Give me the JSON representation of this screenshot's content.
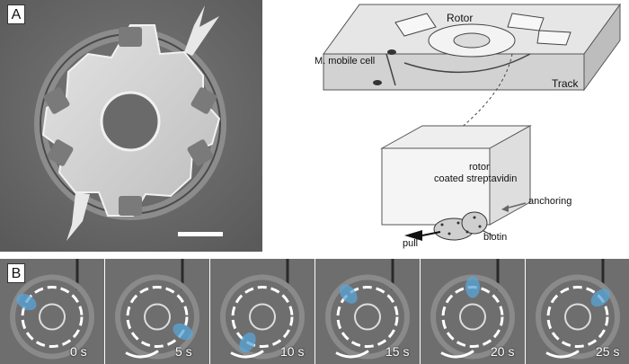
{
  "panel_a": {
    "label": "A"
  },
  "diagram": {
    "rotor_label": "Rotor",
    "cell_label_species": "M. mobile",
    "cell_label_suffix": " cell",
    "track_label": "Track",
    "rotor_coating_line1": "rotor",
    "rotor_coating_line2": "coated streptavidin",
    "anchoring_label": "anchoring",
    "biotin_label": "biotin",
    "pull_label": "pull"
  },
  "panel_b": {
    "label": "B",
    "frames": [
      {
        "time": "0 s"
      },
      {
        "time": "5 s"
      },
      {
        "time": "10 s"
      },
      {
        "time": "15 s"
      },
      {
        "time": "20 s"
      },
      {
        "time": "25 s"
      }
    ]
  },
  "colors": {
    "sem_bg": "#6e6e6e",
    "rotor_fill": "#d7d7d7",
    "cell_highlight": "#5aa6d8",
    "platform": "#e6e6e6"
  }
}
